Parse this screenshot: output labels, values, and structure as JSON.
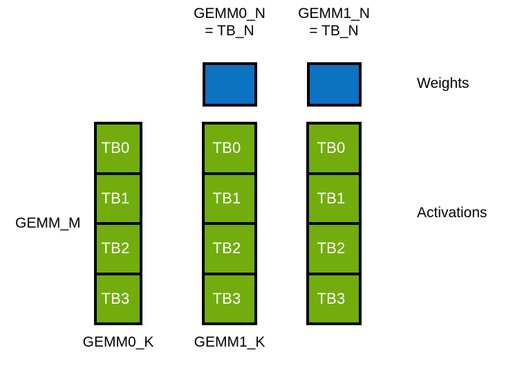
{
  "diagram": {
    "title_labels": {
      "gemm0_n": "GEMM0_N\n= TB_N",
      "gemm1_n": "GEMM1_N\n= TB_N"
    },
    "row_labels": {
      "weights": "Weights",
      "activations": "Activations"
    },
    "left_label": "GEMM_M",
    "bottom_labels": {
      "gemm0_k": "GEMM0_K",
      "gemm1_k": "GEMM1_K"
    },
    "colors": {
      "weights_fill": "#0c72c2",
      "activations_fill": "#72ad0d",
      "outline": "#000000",
      "cell_text": "#ffffff",
      "background": "#ffffff"
    },
    "weights_row": [
      {
        "name": "gemm0-weight-block",
        "label": ""
      },
      {
        "name": "gemm1-weight-block",
        "label": ""
      }
    ],
    "activation_columns": [
      {
        "name": "activation-column-m",
        "cells": [
          {
            "label": "TB0"
          },
          {
            "label": "TB1"
          },
          {
            "label": "TB2"
          },
          {
            "label": "TB3"
          }
        ]
      },
      {
        "name": "activation-column-gemm0",
        "cells": [
          {
            "label": "TB0"
          },
          {
            "label": "TB1"
          },
          {
            "label": "TB2"
          },
          {
            "label": "TB3"
          }
        ]
      },
      {
        "name": "activation-column-gemm1",
        "cells": [
          {
            "label": "TB0"
          },
          {
            "label": "TB1"
          },
          {
            "label": "TB2"
          },
          {
            "label": "TB3"
          }
        ]
      }
    ]
  }
}
